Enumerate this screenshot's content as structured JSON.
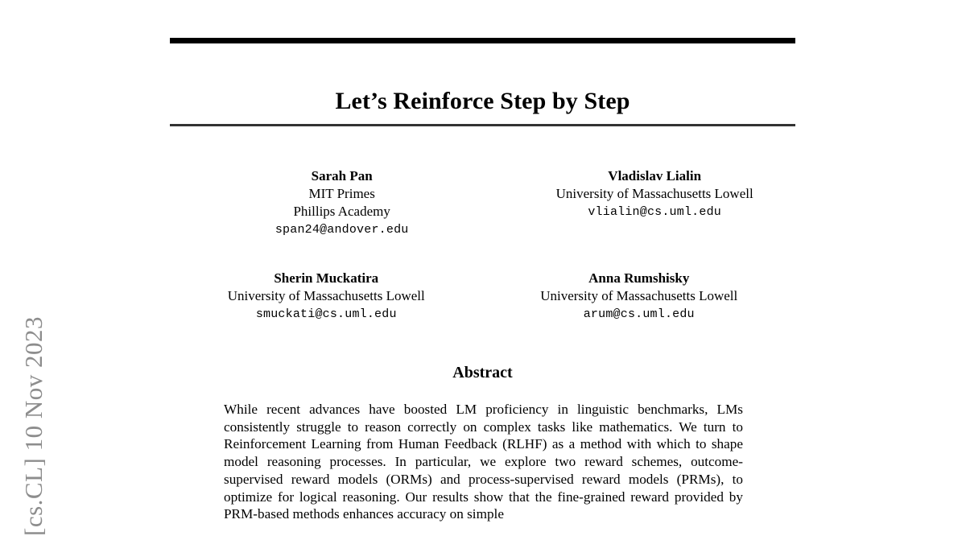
{
  "arxiv": {
    "stamp": "[cs.CL]  10 Nov 2023"
  },
  "paper": {
    "title": "Let’s Reinforce Step by Step",
    "authors": [
      {
        "name": "Sarah Pan",
        "affiliation_lines": [
          "MIT Primes",
          "Phillips Academy"
        ],
        "email": "span24@andover.edu"
      },
      {
        "name": "Vladislav Lialin",
        "affiliation_lines": [
          "University of Massachusetts Lowell"
        ],
        "email": "vlialin@cs.uml.edu"
      },
      {
        "name": "Sherin Muckatira",
        "affiliation_lines": [
          "University of Massachusetts Lowell"
        ],
        "email": "smuckati@cs.uml.edu"
      },
      {
        "name": "Anna Rumshisky",
        "affiliation_lines": [
          "University of Massachusetts Lowell"
        ],
        "email": "arum@cs.uml.edu"
      }
    ],
    "abstract": {
      "heading": "Abstract",
      "text": "While recent advances have boosted LM proficiency in linguistic benchmarks, LMs consistently struggle to reason correctly on complex tasks like mathematics. We turn to Reinforcement Learning from Human Feedback (RLHF) as a method with which to shape model reasoning processes. In particular, we explore two reward schemes, outcome-supervised reward models (ORMs) and process-supervised reward models (PRMs), to optimize for logical reasoning. Our results show that the fine-grained reward provided by PRM-based methods enhances accuracy on simple"
    }
  },
  "colors": {
    "page_background": "#ffffff",
    "text": "#000000",
    "stamp_gray": "#8d8d8d",
    "rule_top": "#000000",
    "rule_bottom": "#333333"
  }
}
